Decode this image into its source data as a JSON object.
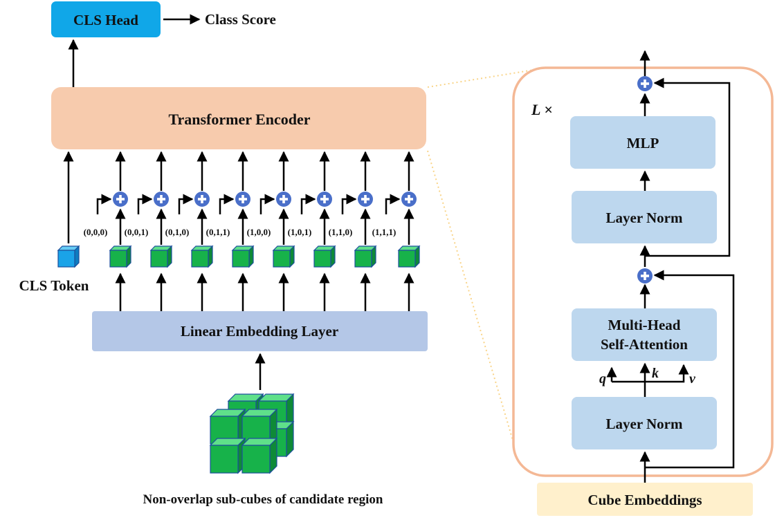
{
  "left_panel": {
    "cls_head": "CLS Head",
    "class_score": "Class Score",
    "transformer_encoder": "Transformer Encoder",
    "cls_token": "CLS Token",
    "linear_embedding": "Linear Embedding Layer",
    "sub_cubes_caption": "Non-overlap sub-cubes of  candidate region",
    "position_codes": [
      "(0,0,0)",
      "(0,0,1)",
      "(0,1,0)",
      "(0,1,1)",
      "(1,0,0)",
      "(1,0,1)",
      "(1,1,0)",
      "(1,1,1)"
    ]
  },
  "right_panel": {
    "repeat": "L ×",
    "mlp": "MLP",
    "layer_norm_top": "Layer Norm",
    "mhsa_line1": "Multi-Head",
    "mhsa_line2": "Self-Attention",
    "q": "q",
    "k": "k",
    "v": "v",
    "layer_norm_bottom": "Layer Norm",
    "cube_embeddings": "Cube Embeddings"
  },
  "colors": {
    "cls_head": "#10a7e8",
    "transformer": "#f7cbad",
    "embedding": "#b4c7e7",
    "block": "#bdd7ee",
    "cube_green": "#17b24a",
    "cls_cube": "#1aa3e8",
    "plus": "#4a6fc9",
    "cube_embeddings_bg": "#fff0cc",
    "panel_border": "#f4b895"
  }
}
